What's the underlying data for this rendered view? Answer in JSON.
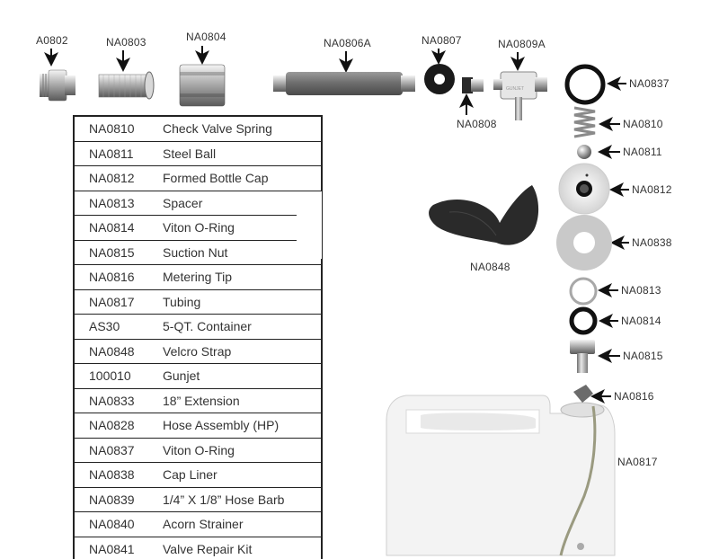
{
  "top_parts": {
    "a0802": "A0802",
    "na0803": "NA0803",
    "na0804": "NA0804",
    "na0806a": "NA0806A",
    "na0807": "NA0807",
    "na0808": "NA0808",
    "na0809a": "NA0809A"
  },
  "stack_parts": {
    "na0837": "NA0837",
    "na0810": "NA0810",
    "na0811": "NA0811",
    "na0812": "NA0812",
    "na0838": "NA0838",
    "na0813": "NA0813",
    "na0814": "NA0814",
    "na0815": "NA0815",
    "na0816": "NA0816",
    "na0817": "NA0817",
    "na0848": "NA0848"
  },
  "parts_table": [
    {
      "code": "NA0810",
      "desc": "Check Valve Spring"
    },
    {
      "code": "NA0811",
      "desc": "Steel Ball"
    },
    {
      "code": "NA0812",
      "desc": "Formed Bottle Cap"
    },
    {
      "code": "NA0813",
      "desc": "Spacer"
    },
    {
      "code": "NA0814",
      "desc": "Viton O-Ring"
    },
    {
      "code": "NA0815",
      "desc": "Suction Nut"
    },
    {
      "code": "NA0816",
      "desc": "Metering Tip"
    },
    {
      "code": "NA0817",
      "desc": "Tubing"
    },
    {
      "code": "AS30",
      "desc": "5-QT. Container"
    },
    {
      "code": "NA0848",
      "desc": "Velcro Strap"
    },
    {
      "code": "100010",
      "desc": "Gunjet"
    },
    {
      "code": "NA0833",
      "desc": "18” Extension"
    },
    {
      "code": "NA0828",
      "desc": "Hose Assembly (HP)"
    },
    {
      "code": "NA0837",
      "desc": "Viton O-Ring"
    },
    {
      "code": "NA0838",
      "desc": "Cap Liner"
    },
    {
      "code": "NA0839",
      "desc": "1/4” X 1/8” Hose Barb"
    },
    {
      "code": "NA0840",
      "desc": "Acorn Strainer"
    },
    {
      "code": "NA0841",
      "desc": "Valve Repair Kit"
    }
  ]
}
